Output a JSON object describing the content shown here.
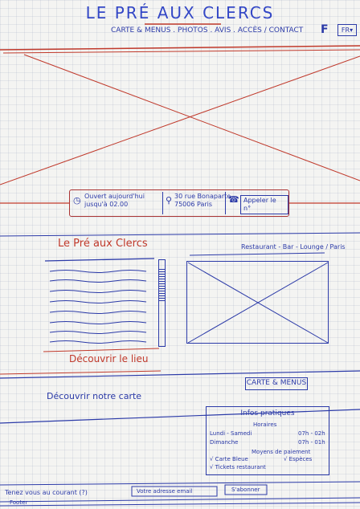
{
  "header": {
    "title": "LE PRÉ AUX CLERCS",
    "nav_label": "CARTE & MENUS . PHOTOS . AVIS . ACCÈS / CONTACT",
    "facebook_label": "F",
    "language_label": "FR▾"
  },
  "info_bar": {
    "hours_line1": "Ouvert aujourd'hui",
    "hours_line2": "jusqu'à 02.00",
    "address_line1": "30 rue Bonaparte",
    "address_line2": "75006 Paris",
    "phone_label": "Appeler le n°"
  },
  "about": {
    "title": "Le Pré aux Clercs",
    "subtitle": "Restaurant - Bar - Lounge / Paris",
    "discover_link": "Découvrir le lieu"
  },
  "menu_section": {
    "text": "Découvrir notre carte",
    "button_label": "CARTE & MENUS"
  },
  "practical_info": {
    "title": "Infos pratiques",
    "hours_heading": "Horaires",
    "weekday_label": "Lundi - Samedi",
    "weekday_hours": "07h - 02h",
    "sunday_label": "Dimanche",
    "sunday_hours": "07h - 01h",
    "payment_heading": "Moyens de paiement",
    "payment_cb": "√ Carte Bleue",
    "payment_cash": "√ Espèces",
    "payment_tickets": "√ Tickets restaurant"
  },
  "newsletter": {
    "text": "Tenez vous au courant (?)",
    "placeholder": "Votre adresse email",
    "submit_label": "S'abonner"
  },
  "footer": {
    "text": "Footer"
  },
  "colors": {
    "ink_blue": "#2b3aa8",
    "ink_red": "#c0392b"
  }
}
